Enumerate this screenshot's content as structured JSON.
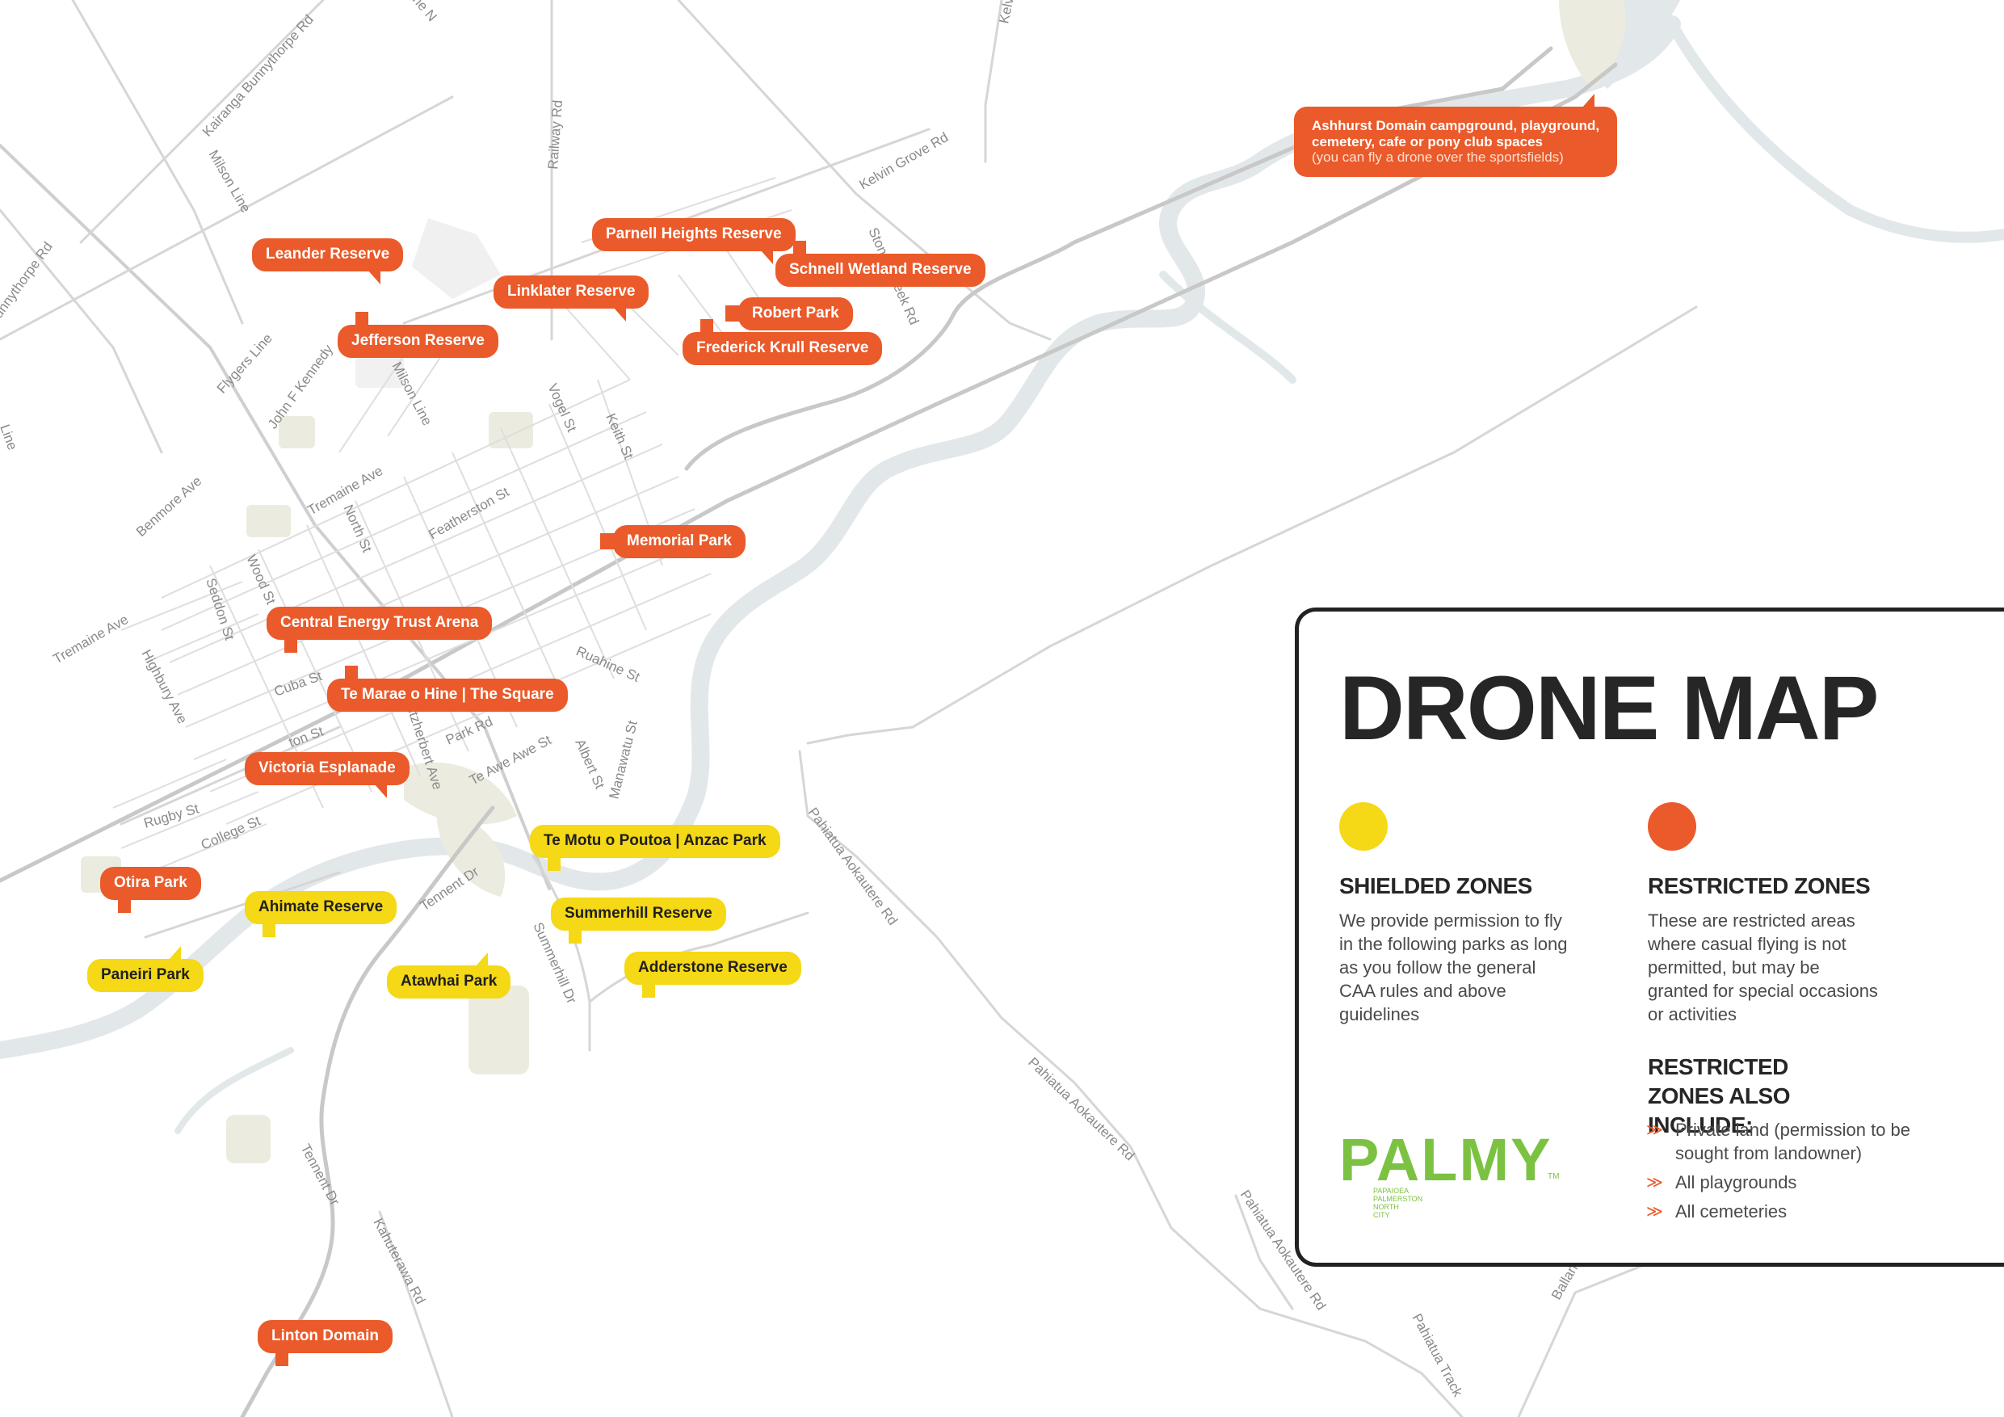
{
  "colors": {
    "restricted": "#ea5a2a",
    "shielded": "#f5d816",
    "logo": "#7cc242",
    "river": "#e2e8ea",
    "park": "#ebecdf",
    "road": "#d2d2d2"
  },
  "roads": {
    "kairanga": "Kairanga Bunnythorpe Rd",
    "milson_line": "Milson Line",
    "milson_line2": "Milson Line",
    "railway": "Railway Rd",
    "kelvin_grove": "Kelvin Grove Rd",
    "bunnythorpe": "unnythorpe Rd",
    "flygers": "Flygers Line",
    "jfk": "John F Kennedy",
    "vogel": "Vogel St",
    "keith": "Keith St",
    "stoney_creek": "Stoney Creek Rd",
    "tremaine": "Tremaine Ave",
    "tremaine2": "Tremaine Ave",
    "north": "North St",
    "featherston": "Featherston St",
    "benmore": "Benmore Ave",
    "wood": "Wood St",
    "seddon": "Seddon St",
    "highbury": "Highbury Ave",
    "cuba": "Cuba St",
    "ruahine": "Ruahine St",
    "fitzherbert": "Fitzherbert Ave",
    "park_rd": "Park Rd",
    "te_awe_awe": "Te Awe Awe St",
    "albert": "Albert St",
    "manawatu": "Manawatu St",
    "rugby": "Rugby St",
    "college": "College St",
    "tennent_dr": "Tennent Dr",
    "summerhill": "Summerhill Dr",
    "pahiatua1": "Pahiatua Aokautere Rd",
    "pahiatua2": "Pahiatua Aokautere Rd",
    "pahiatua3": "Pahiatua Aokautere Rd",
    "pahiatua_track": "Pahiatua Track",
    "tennent_dr2": "Tennent Dr",
    "kahuterawa": "Kahuterawa Rd",
    "line": "Line",
    "ballan": "Ballan",
    "kelv": "Kelv",
    "ne": "ne N",
    "ton": "ton St"
  },
  "restricted_pins": {
    "ashhurst_line1": "Ashhurst Domain campground, playground,",
    "ashhurst_line2": "cemetery, cafe or pony club spaces",
    "ashhurst_note": "(you can fly a drone over the sportsfields)",
    "parnell": "Parnell Heights Reserve",
    "leander": "Leander Reserve",
    "schnell": "Schnell Wetland Reserve",
    "linklater": "Linklater Reserve",
    "robert": "Robert Park",
    "jefferson": "Jefferson Reserve",
    "krull": "Frederick Krull Reserve",
    "memorial": "Memorial Park",
    "central": "Central Energy Trust Arena",
    "square": "Te Marae o Hine | The Square",
    "victoria": "Victoria Esplanade",
    "otira": "Otira Park",
    "linton": "Linton Domain"
  },
  "shielded_pins": {
    "anzac": "Te Motu o Poutoa | Anzac Park",
    "ahimate": "Ahimate Reserve",
    "summerhill": "Summerhill Reserve",
    "paneiri": "Paneiri Park",
    "atawhai": "Atawhai Park",
    "adderstone": "Adderstone Reserve"
  },
  "legend": {
    "title": "DRONE MAP",
    "shielded_heading": "SHIELDED ZONES",
    "shielded_text": "We provide permission to fly in the following parks as long as you follow the general CAA rules and above guidelines",
    "restricted_heading": "RESTRICTED ZONES",
    "restricted_text": "These are restricted areas where casual flying is not permitted, but may be granted for special occasions or activities",
    "also_heading": "RESTRICTED ZONES ALSO INCLUDE:",
    "also_items": [
      "Private land (permission to be sought from landowner)",
      "All playgrounds",
      "All cemeteries"
    ]
  },
  "logo": {
    "word": "PALMY",
    "line1": "PAPAIOEA",
    "line2": "PALMERSTON",
    "line3": "NORTH",
    "line4": "CITY",
    "tm": "TM"
  }
}
